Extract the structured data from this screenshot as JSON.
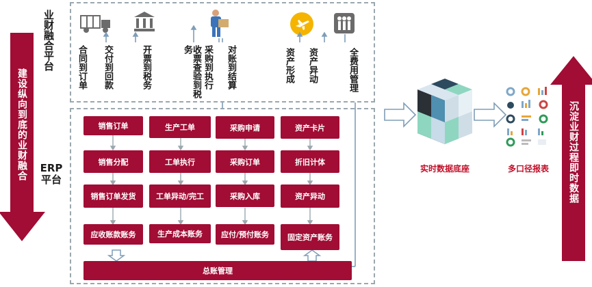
{
  "left_labels": {
    "top_title": "业财融合平台",
    "erp_title": "ERP平台",
    "arrow_text": "建设纵向到底的业财融合"
  },
  "icons": [
    {
      "name": "truck-icon"
    },
    {
      "name": "bank-icon"
    },
    {
      "name": "worker-icon"
    },
    {
      "name": "plane-icon"
    },
    {
      "name": "people-icon"
    }
  ],
  "business_processes": [
    "合同到订单",
    "交付到回款",
    "开票到税务",
    "收票查验到税务",
    "采购到执行",
    "对账到结算",
    "资产形成",
    "资产异动",
    "全费用管理"
  ],
  "erp_columns": [
    [
      "销售订单",
      "销售分配",
      "销售订单发货",
      "应收账款账务"
    ],
    [
      "生产工单",
      "工单执行",
      "工单异动/完工",
      "生产成本账务"
    ],
    [
      "采购申请",
      "采购订单",
      "采购入库",
      "应付/预付账务"
    ],
    [
      "资产卡片",
      "折旧计体",
      "资产异动",
      "固定资产账务"
    ]
  ],
  "ledger": "总账管理",
  "realtime_label": "实时数据底座",
  "reports_label": "多口径报表",
  "right_arrow_text": "沉淀业财过程即时数据",
  "colors": {
    "primary": "#a10d34",
    "accent_red": "#c0102a",
    "flow_arrow": "#7f9db8"
  }
}
